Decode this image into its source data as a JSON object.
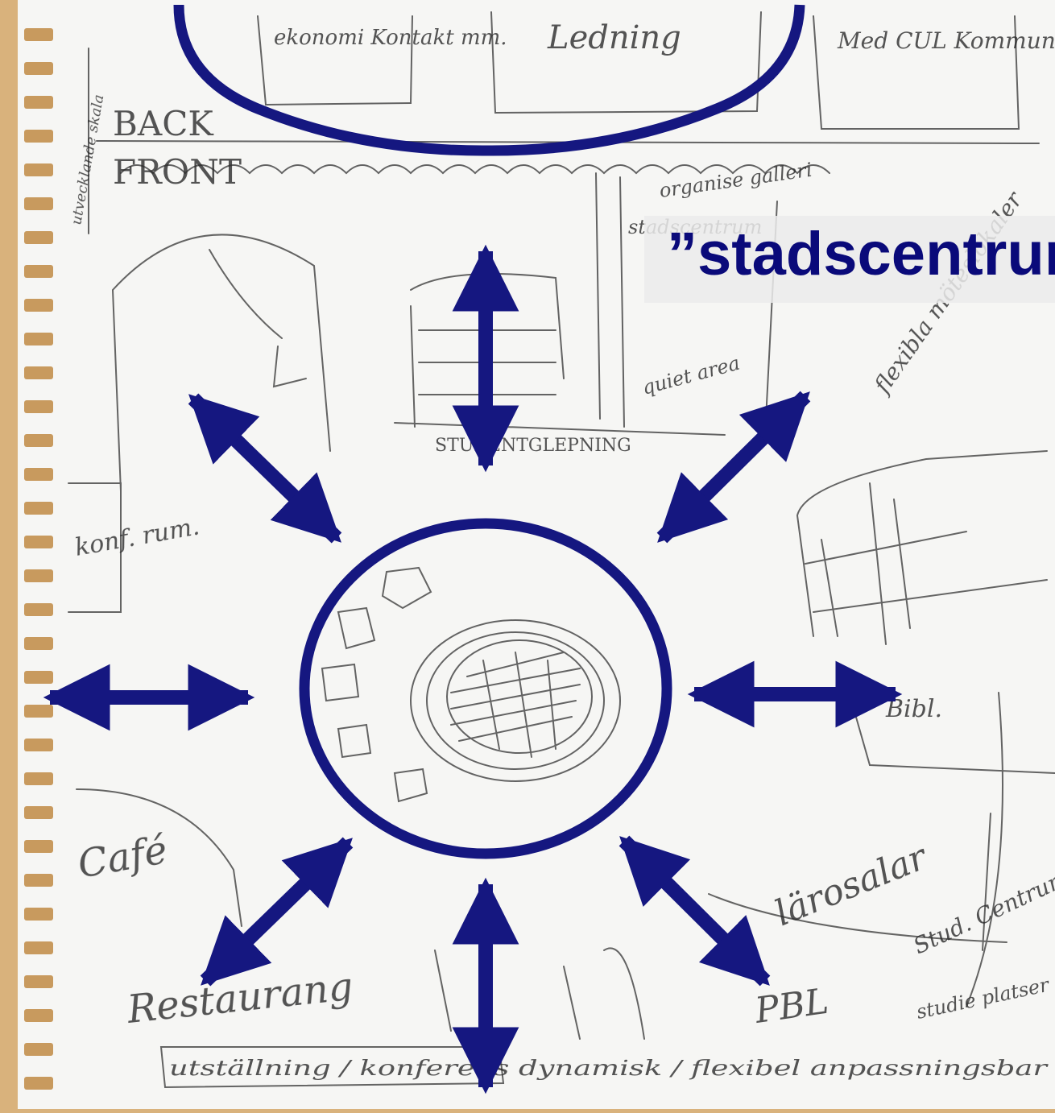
{
  "callout": {
    "text": "”stadscentrum”"
  },
  "colors": {
    "overlay": "#151780",
    "paper": "#f6f6f4",
    "ink": "#2a2a2a",
    "tabletop": "#d9b27c",
    "binding": "#c8a070"
  },
  "sketch_text": {
    "top_left_box": "ekonomi Kontakt mm.",
    "top_middle_box": "Ledning",
    "top_right_box": "Med CUL Kommunikation",
    "back": "BACK",
    "front": "FRONT",
    "side_vertical": "utvecklande skala",
    "organise": "organise galleri",
    "stadscentrum_note": "stadscentrum",
    "student_entry": "STUDENTGLEPNING",
    "quiet": "quiet area",
    "flexible": "flexibla möteslokaler",
    "konf": "konf. rum.",
    "cafe": "Café",
    "bibl": "Bibl.",
    "larosalar": "lärosalar",
    "studcentrum": "Stud. Centrum",
    "restaurang": "Restaurang",
    "pbl": "PBL",
    "studieplatser": "studie platser",
    "bottom_line": "utställning / konferens dynamisk / flexibel anpassningsbar"
  }
}
